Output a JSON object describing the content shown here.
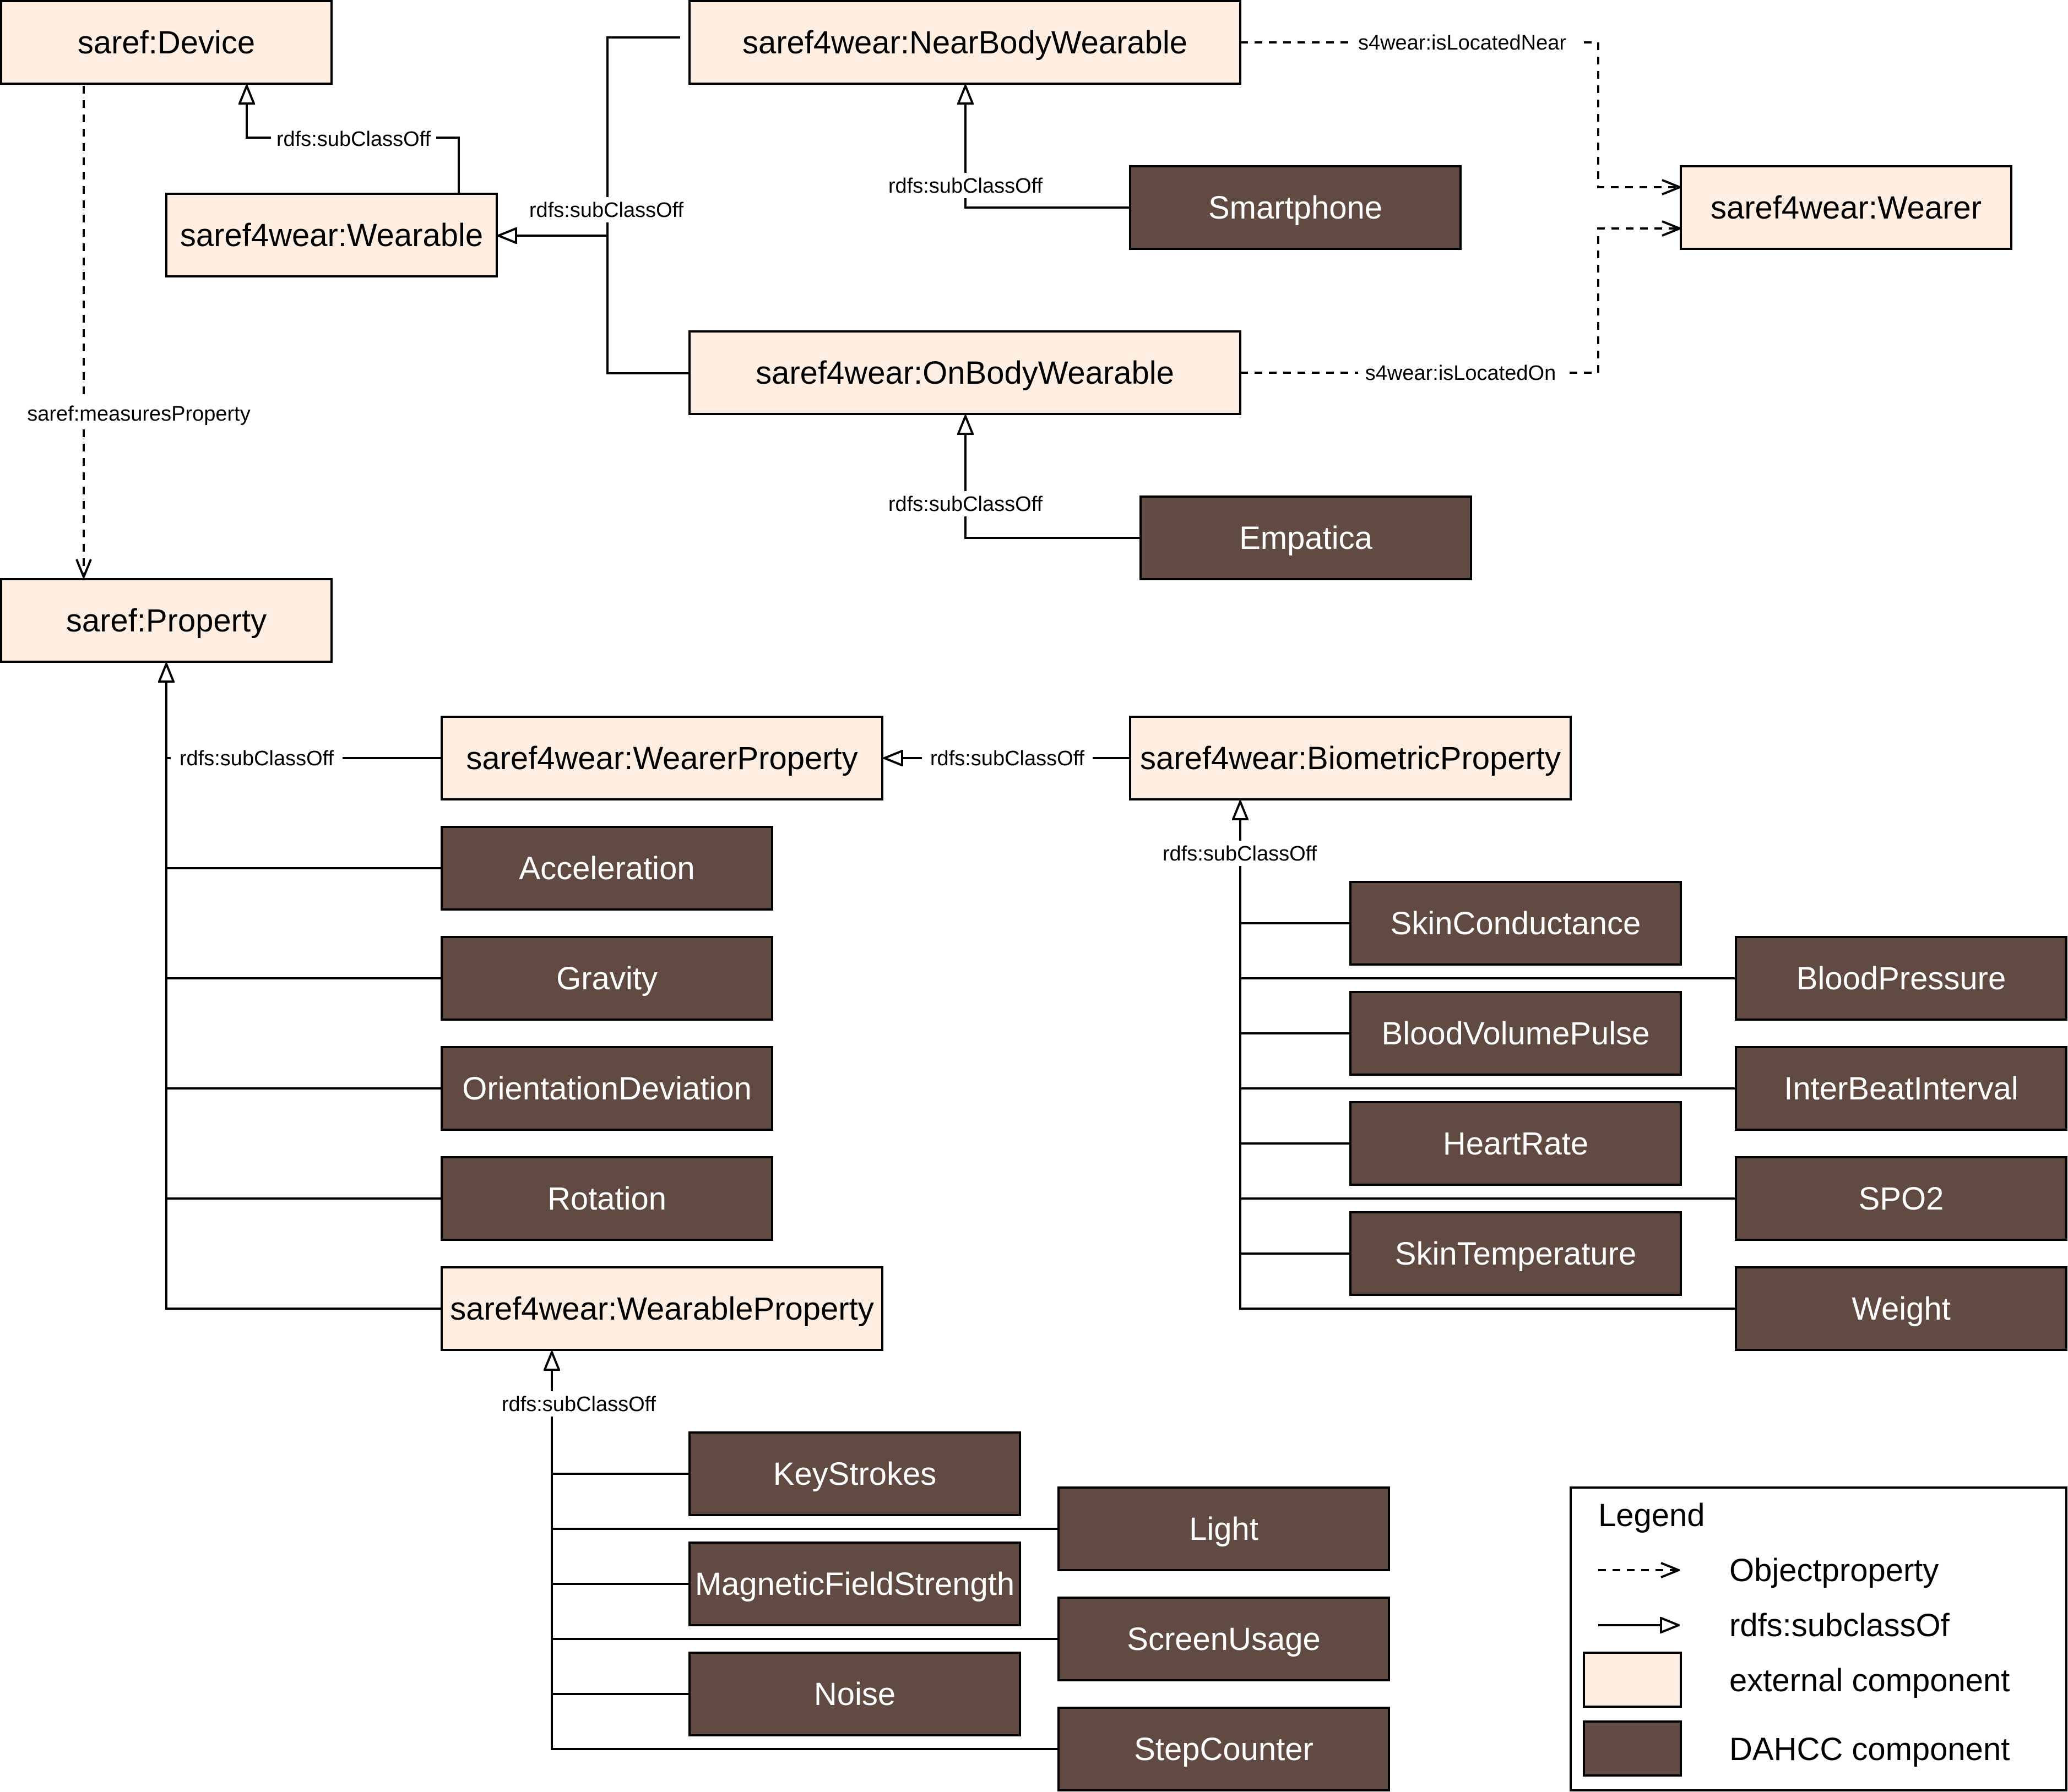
{
  "colors": {
    "external_fill": "#fdeee1",
    "dahcc_fill": "#604a42",
    "dahcc_text": "#ffffff",
    "external_text": "#000000",
    "stroke": "#000000"
  },
  "nodes": {
    "saref_device": "saref:Device",
    "wearable": "saref4wear:Wearable",
    "near_body": "saref4wear:NearBodyWearable",
    "on_body": "saref4wear:OnBodyWearable",
    "wearer": "saref4wear:Wearer",
    "smartphone": "Smartphone",
    "empatica": "Empatica",
    "saref_property": "saref:Property",
    "wearer_property": "saref4wear:WearerProperty",
    "biometric_property": "saref4wear:BiometricProperty",
    "wearable_property": "saref4wear:WearableProperty",
    "acceleration": "Acceleration",
    "gravity": "Gravity",
    "orientation_deviation": "OrientationDeviation",
    "rotation": "Rotation",
    "skin_conductance": "SkinConductance",
    "blood_volume_pulse": "BloodVolumePulse",
    "heart_rate": "HeartRate",
    "skin_temperature": "SkinTemperature",
    "blood_pressure": "BloodPressure",
    "inter_beat_interval": "InterBeatInterval",
    "spo2": "SPO2",
    "weight": "Weight",
    "key_strokes": "KeyStrokes",
    "magnetic_field_strength": "MagneticFieldStrength",
    "noise": "Noise",
    "light": "Light",
    "screen_usage": "ScreenUsage",
    "step_counter": "StepCounter"
  },
  "edge_labels": {
    "subclass": "rdfs:subClassOff",
    "measures_property": "saref:measuresProperty",
    "is_located_near": "s4wear:isLocatedNear",
    "is_located_on": "s4wear:isLocatedOn"
  },
  "legend": {
    "title": "Legend",
    "object_property": "Objectproperty",
    "subclass_of": "rdfs:subclassOf",
    "external_component": "external component",
    "dahcc_component": "DAHCC component"
  }
}
